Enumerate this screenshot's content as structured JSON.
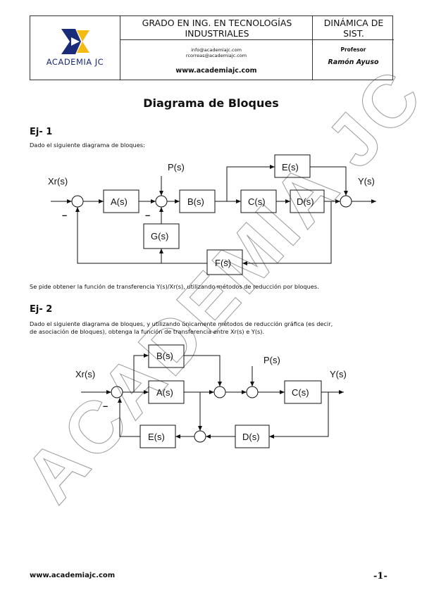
{
  "header": {
    "logo_text": "ACADEMIA JC",
    "degree": "GRADO EN ING. EN TECNOLOGÍAS INDUSTRIALES",
    "subject": "DINÁMICA DE SIST.",
    "email1": "info@academiajc.com",
    "email2": "rcorreas@academiajc.com",
    "website": "www.academiajc.com",
    "professor_label": "Profesor",
    "professor_name": "Ramón Ayuso"
  },
  "title": "Diagrama de Bloques",
  "watermark": "ACADEMIA JC",
  "ej1": {
    "heading": "Ej- 1",
    "intro": "Dado el siguiente diagrama de bloques:",
    "question": "Se pide obtener la función de transferencia Y(s)/Xr(s), utilizando métodos de reducción por bloques.",
    "diagram": {
      "input": "Xr(s)",
      "output": "Y(s)",
      "disturbance": "P(s)",
      "blocks": {
        "A": "A(s)",
        "B": "B(s)",
        "C": "C(s)",
        "D": "D(s)",
        "E": "E(s)",
        "F": "F(s)",
        "G": "G(s)"
      },
      "minus": "–"
    }
  },
  "ej2": {
    "heading": "Ej- 2",
    "intro_line1": "Dado el siguiente diagrama de bloques, y utilizando únicamente métodos de reducción gráfica (es decir,",
    "intro_line2": "de asociación de bloques), obtenga la función de transferencia entre Xr(s) e Y(s).",
    "diagram": {
      "input": "Xr(s)",
      "output": "Y(s)",
      "disturbance": "P(s)",
      "blocks": {
        "A": "A(s)",
        "B": "B(s)",
        "C": "C(s)",
        "D": "D(s)",
        "E": "E(s)"
      },
      "minus": "–"
    }
  },
  "footer": {
    "website": "www.academiajc.com",
    "page": "-1-"
  },
  "colors": {
    "logo_blue": "#1a2b7a",
    "logo_yellow": "#f2b705",
    "line": "#111111"
  }
}
